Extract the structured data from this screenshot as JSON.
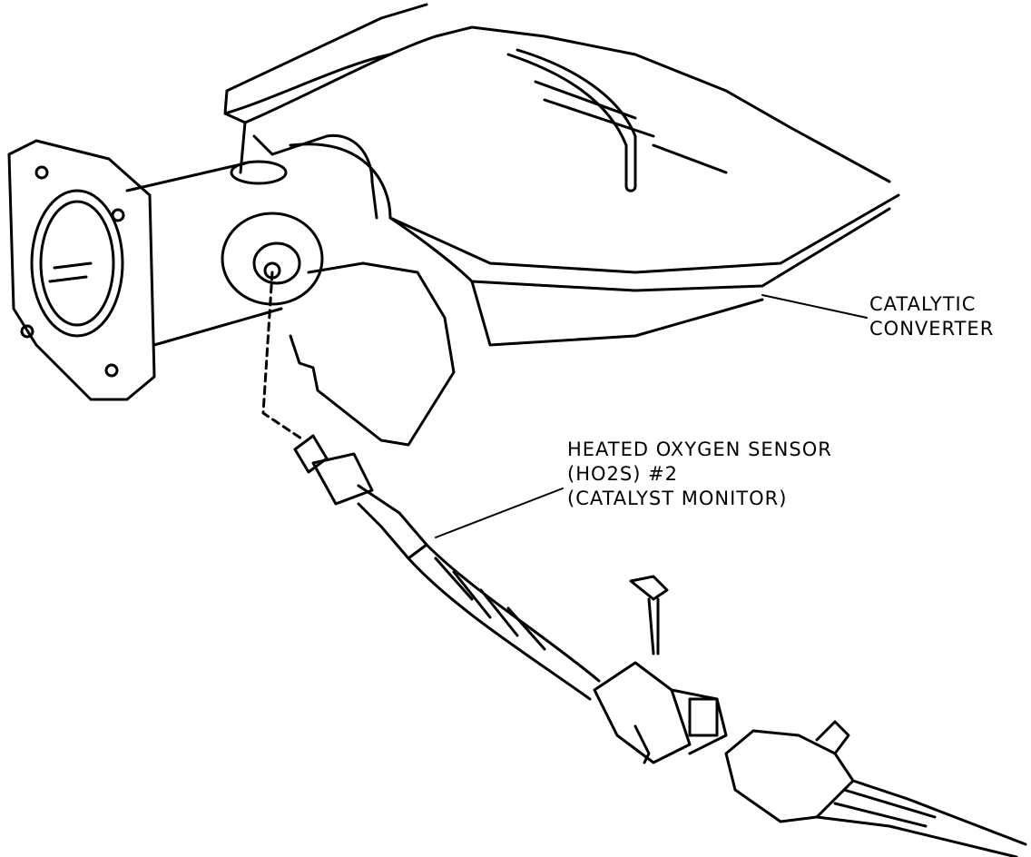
{
  "labels": {
    "catalytic_converter": [
      "CATALYTIC",
      "CONVERTER"
    ],
    "heated_oxygen_sensor": [
      "HEATED OXYGEN SENSOR",
      "(HO2S) #2",
      "(CATALYST MONITOR)"
    ]
  },
  "colors": {
    "line": "#000000",
    "background": "#ffffff"
  }
}
